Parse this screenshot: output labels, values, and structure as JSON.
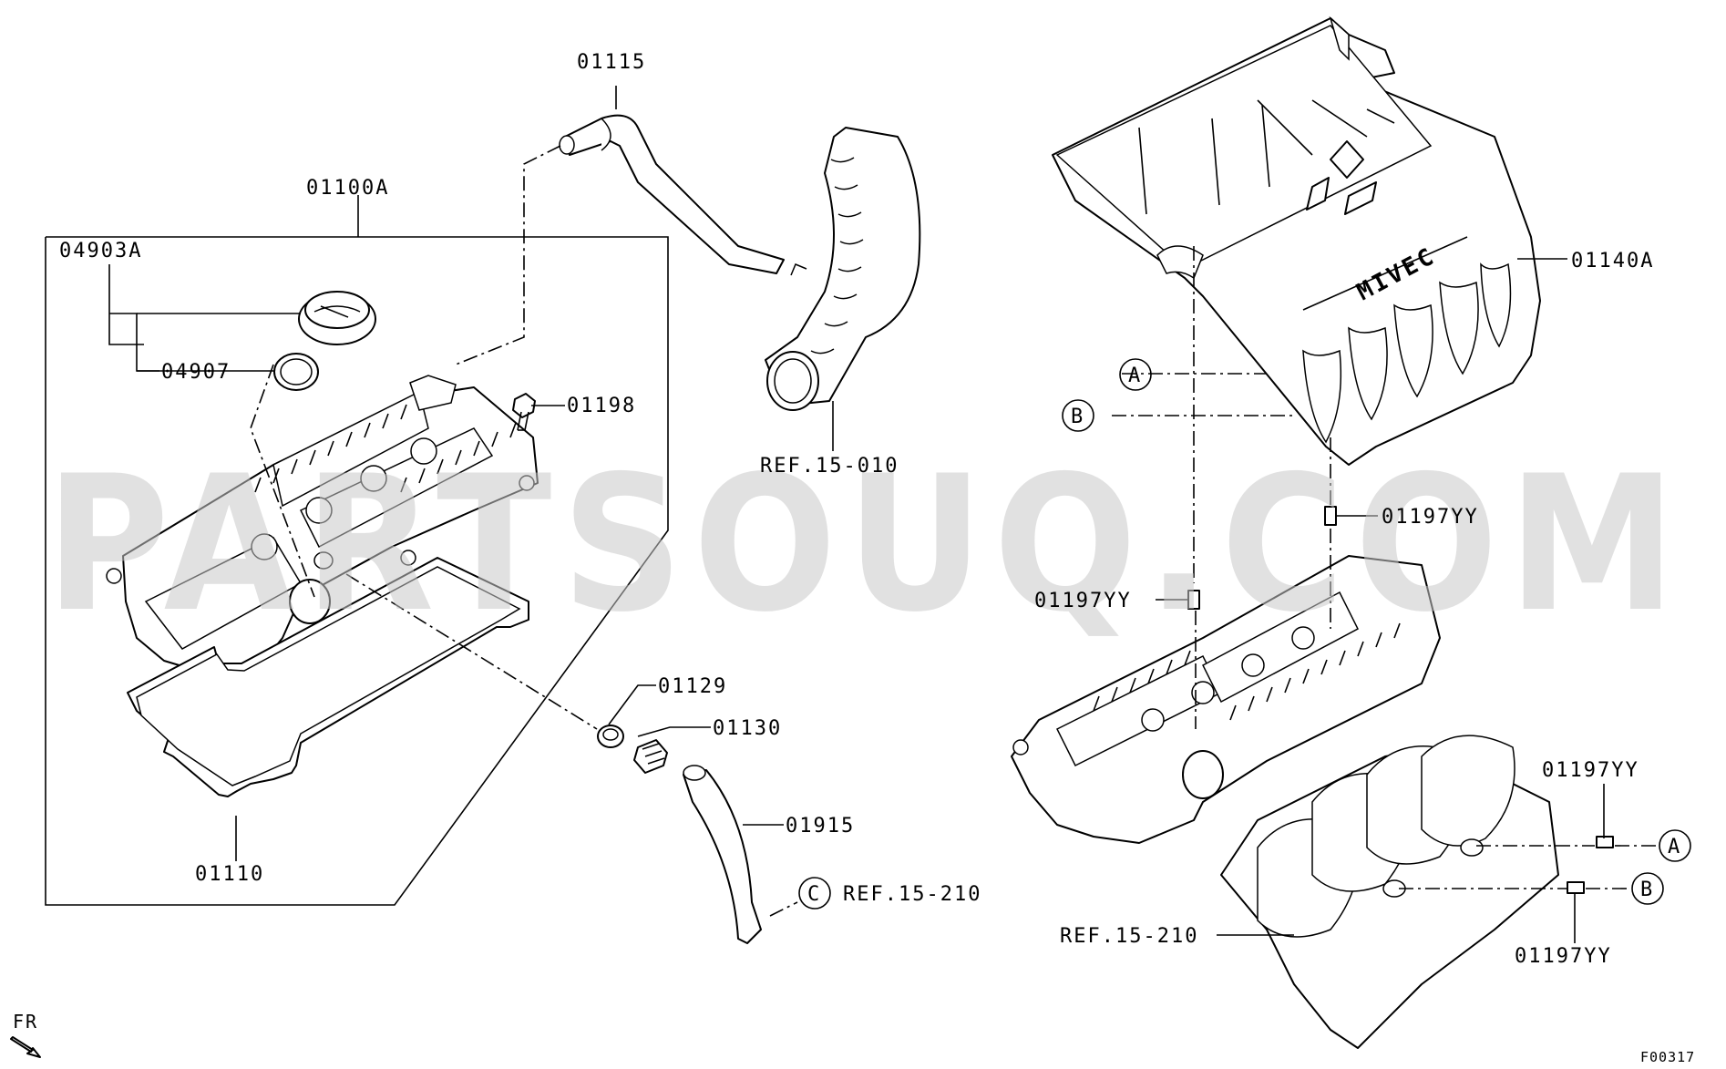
{
  "watermark": "PARTSOUQ.COM",
  "figure_code": "F00317",
  "direction_label": "FR",
  "callouts": {
    "a": "A",
    "b": "B",
    "c": "C"
  },
  "labels": {
    "p01115": "01115",
    "p01100a": "01100A",
    "p04903a": "04903A",
    "p04907": "04907",
    "p01198": "01198",
    "p01110": "01110",
    "p01129": "01129",
    "p01130": "01130",
    "p01915": "01915",
    "ref_15_010": "REF.15-010",
    "ref_15_210_upper": "REF.15-210",
    "ref_15_210_lower": "REF.15-210",
    "p01140a": "01140A",
    "p01197yy_1": "01197YY",
    "p01197yy_2": "01197YY",
    "p01197yy_3": "01197YY",
    "p01197yy_4": "01197YY"
  },
  "cover_text": "MIVEC"
}
